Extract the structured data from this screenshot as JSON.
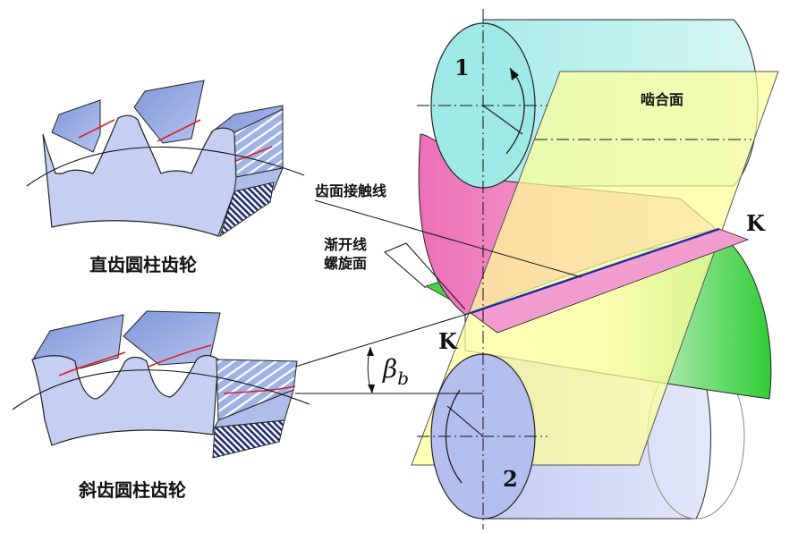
{
  "labels": {
    "spur_gear": "直齿圆柱齿轮",
    "helical_gear": "斜齿圆柱齿轮",
    "contact_line": "齿面接触线",
    "involute_line1": "渐开线",
    "involute_line2": "螺旋面",
    "mesh_plane": "啮合面",
    "point_k_upper": "K",
    "point_k_lower": "K",
    "cylinder_1": "1",
    "cylinder_2": "2",
    "angle_symbol": "β",
    "angle_subscript": "b"
  },
  "colors": {
    "gear_face": "#c4cdf0",
    "gear_top": "#8fa5dd",
    "gear_hatch": "#1e2b6e",
    "cyl1_cap": "#8ee6e6",
    "cyl1_body": "#bdf1ec",
    "pink": "#ef7fbf",
    "green": "#34cf3a",
    "cyl2_cap": "#aab6ee",
    "cyl2_body": "#d5dbf6",
    "plane": "#ffff99",
    "contact_red": "#d8202a",
    "contact_blue": "#1a2aa0"
  }
}
